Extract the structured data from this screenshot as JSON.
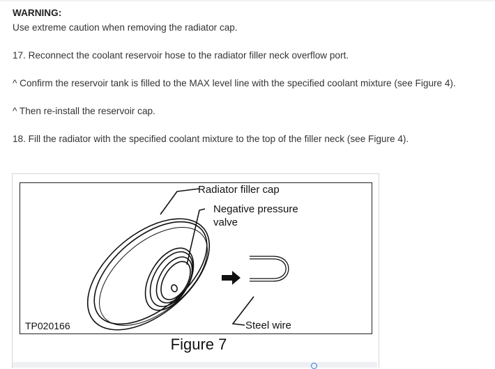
{
  "warning": {
    "title": "WARNING:",
    "text": "Use extreme caution when removing the radiator cap."
  },
  "steps": [
    "17. Reconnect the coolant reservoir hose to the radiator filler neck overflow port.",
    "^ Confirm the reservoir tank is filled to the MAX level line with the specified coolant mixture (see Figure 4).",
    "^ Then re-install the reservoir cap.",
    "18. Fill the radiator with the specified coolant mixture to the top of the filler neck (see Figure 4)."
  ],
  "figure": {
    "labels": {
      "cap": "Radiator filler cap",
      "valve_line1": "Negative pressure",
      "valve_line2": "valve",
      "wire": "Steel wire",
      "code": "TP020166"
    },
    "caption": "Figure 7"
  },
  "icons": {
    "figure_illustration": "radiator-cap-illustration",
    "footer": "circle-icon"
  },
  "colors": {
    "text": "#333333",
    "footer_band": "#eef0f3",
    "footer_icon": "#2a7de1"
  }
}
